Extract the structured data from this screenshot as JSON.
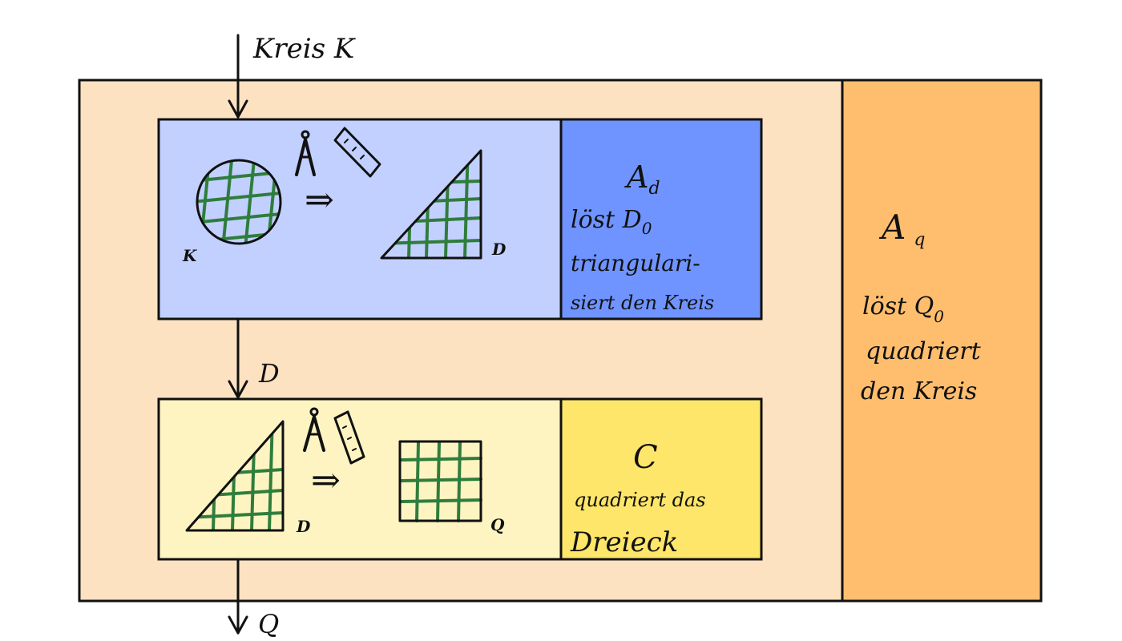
{
  "input_label": "Kreis K",
  "output_label": "Q",
  "intermediate_label": "D",
  "outer": {
    "name": "A",
    "subscript": "q",
    "line1": "löst Q",
    "line1_sub": "0",
    "line2": "quadriert",
    "line3": "den Kreis"
  },
  "top_module": {
    "name": "A",
    "subscript": "d",
    "line1": "löst D",
    "line1_sub": "0",
    "line2": "triangulari-",
    "line3": "siert den Kreis",
    "label_circle": "K",
    "label_triangle": "D",
    "arrow": "⇒"
  },
  "bottom_module": {
    "name": "C",
    "line1": "quadriert das",
    "line2": "Dreieck",
    "label_triangle": "D",
    "label_square": "Q",
    "arrow": "⇒"
  },
  "colors": {
    "outer_bg": "#fde2c2",
    "outer_side": "#ffbe6e",
    "top_bg": "#c2d0ff",
    "top_side": "#6f94ff",
    "bottom_bg": "#fdf4c2",
    "bottom_side": "#fde66a",
    "grid": "#2f7d3c"
  }
}
